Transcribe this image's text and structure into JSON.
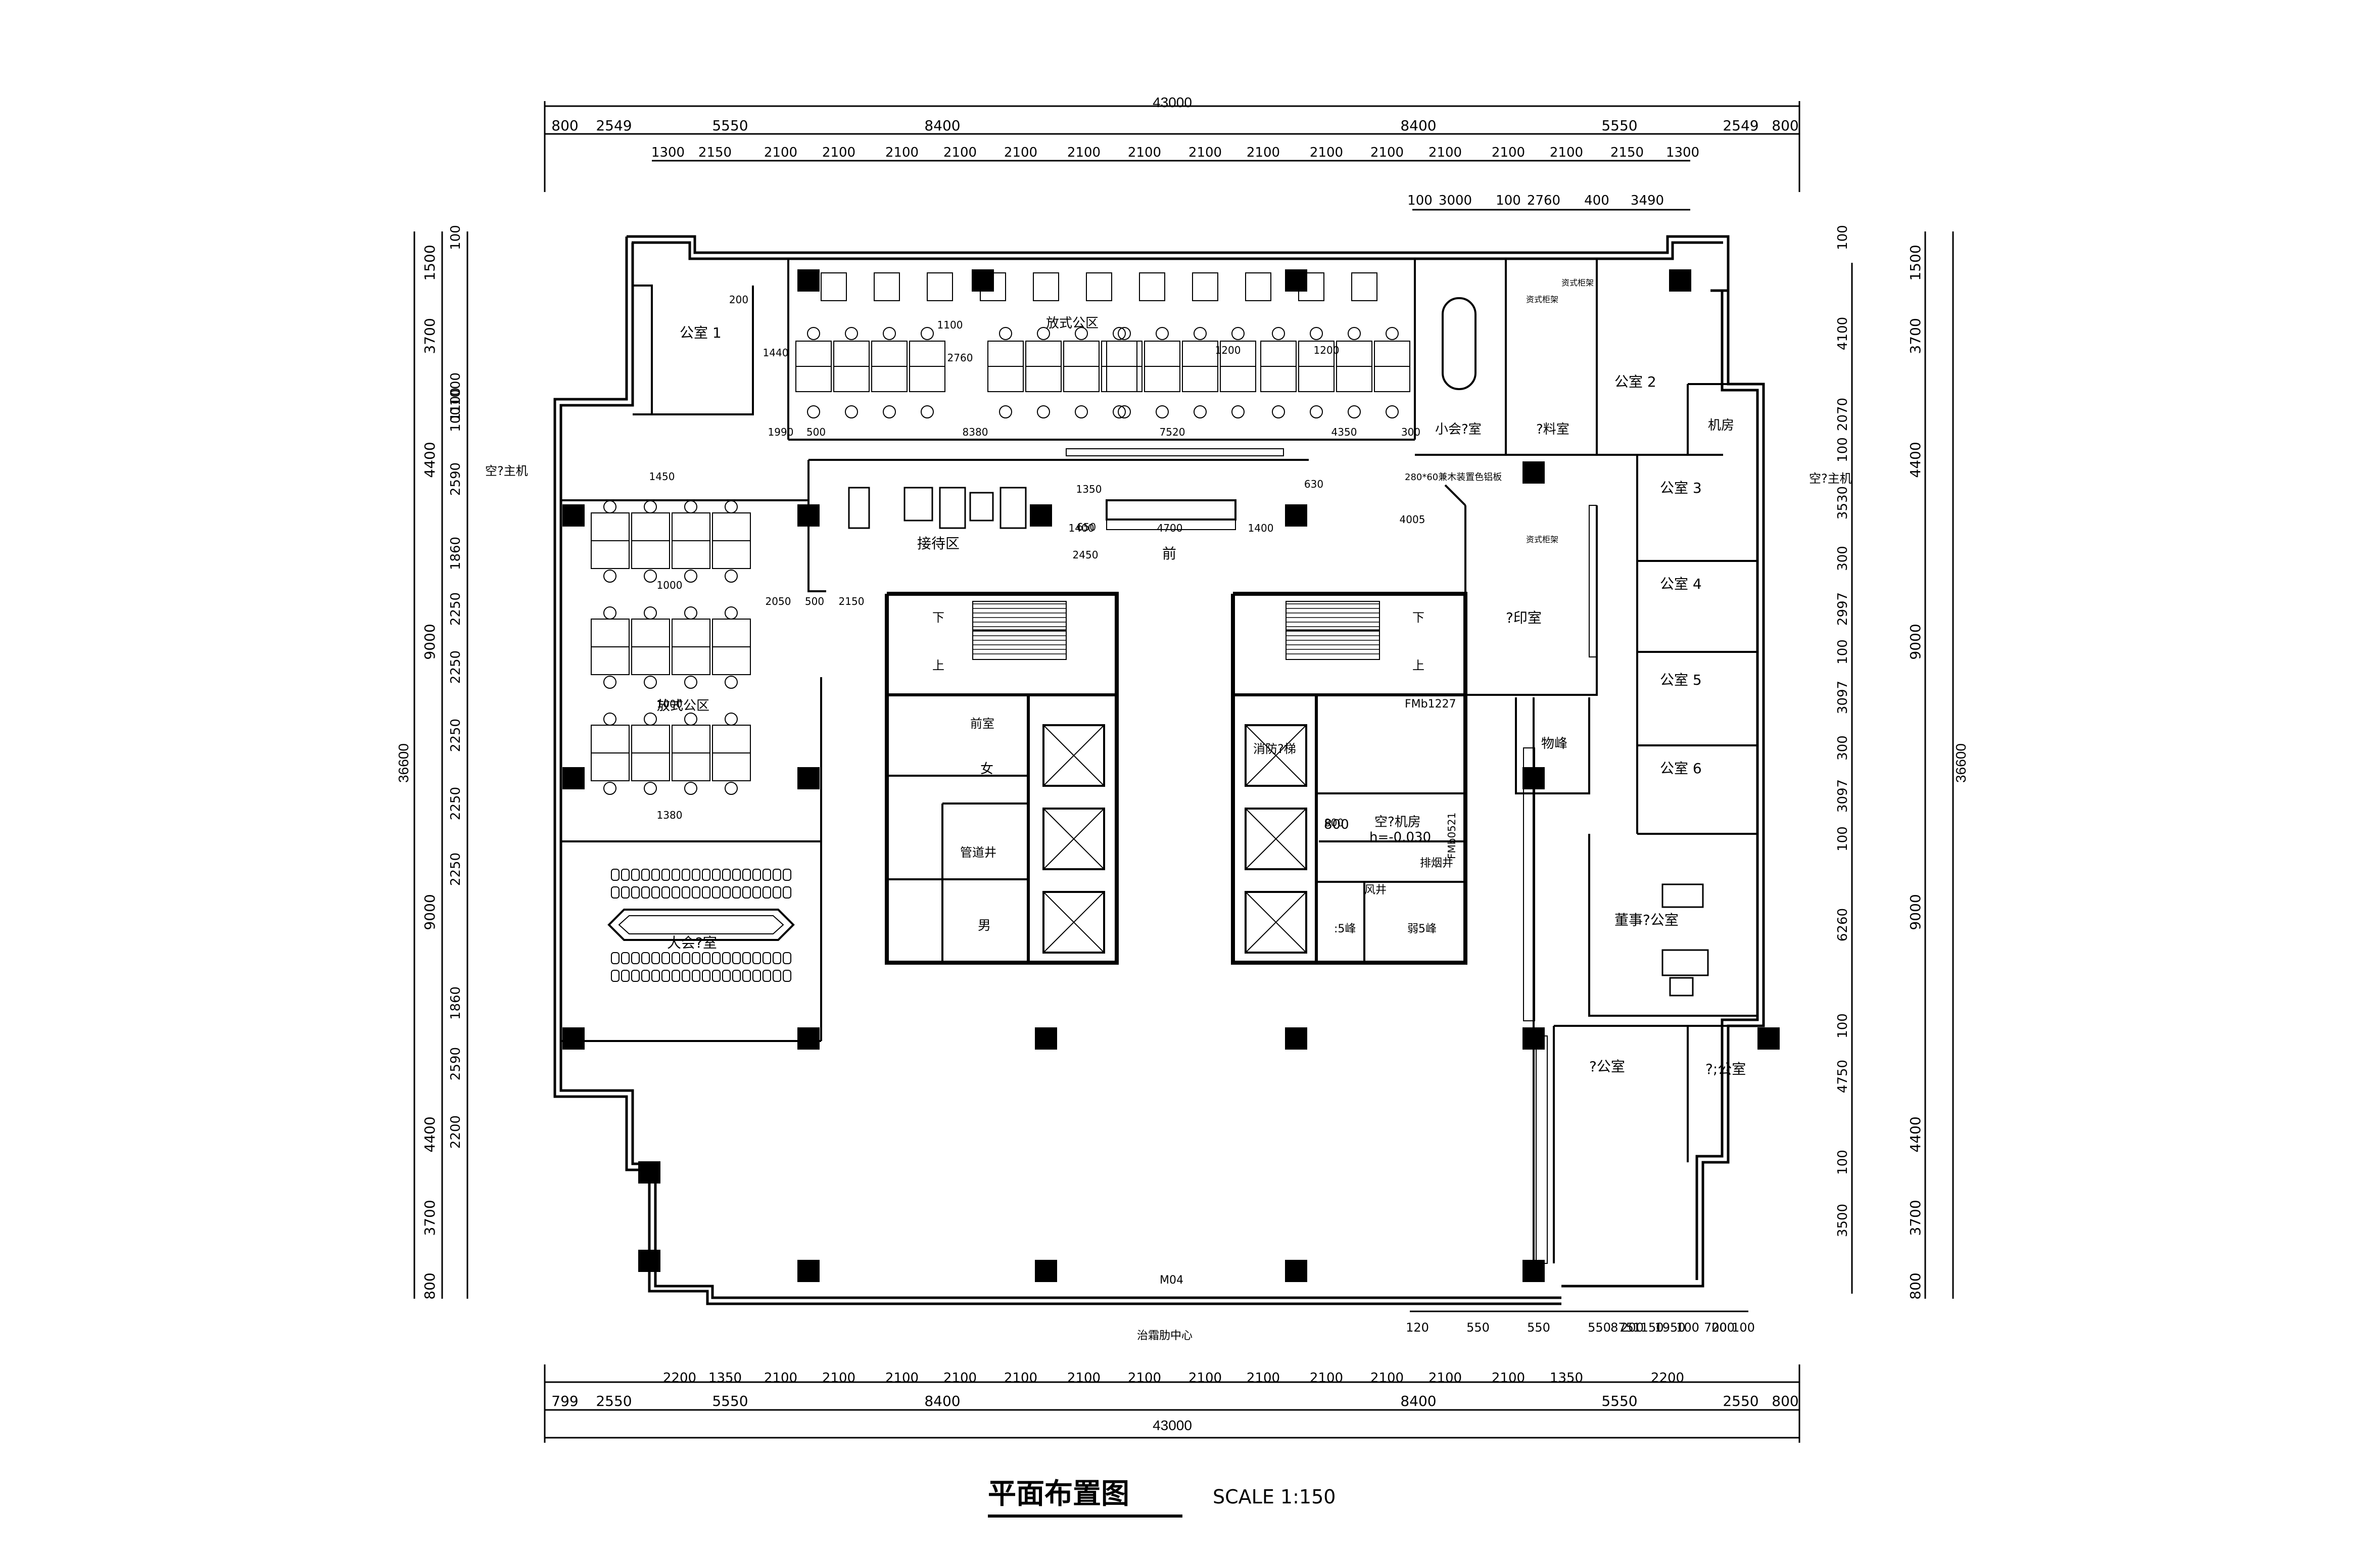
{
  "drawing": {
    "title": "平面布置图",
    "scale": "SCALE   1:150"
  },
  "dims": {
    "top_total": "43000",
    "top_row1": [
      "800",
      "2549",
      "5550",
      "8400",
      "8400",
      "5550",
      "2549",
      "800"
    ],
    "top_row2": [
      "1300",
      "2150",
      "2100",
      "2100",
      "2100",
      "2100",
      "2100",
      "2100",
      "2100",
      "2100",
      "2100",
      "2100",
      "2100",
      "2100",
      "2100",
      "2100",
      "2150",
      "1300"
    ],
    "top_row3": [
      "100",
      "3000",
      "100",
      "2760",
      "400",
      "3490"
    ],
    "bottom_total": "43000",
    "bottom_row1": [
      "799",
      "2550",
      "5550",
      "8400",
      "8400",
      "5550",
      "2550",
      "800"
    ],
    "bottom_row2": [
      "2200",
      "1350",
      "2100",
      "2100",
      "2100",
      "2100",
      "2100",
      "2100",
      "2100",
      "2100",
      "2100",
      "2100",
      "2100",
      "2100",
      "2100",
      "1350",
      "2200"
    ],
    "bottom_extra": [
      "120",
      "550",
      "550",
      "550",
      "875",
      "1150",
      "1950",
      "100",
      "700",
      "200",
      "200",
      "100"
    ],
    "left_total": "36600",
    "left_row1": [
      "1500",
      "3700",
      "4400",
      "9000",
      "9000",
      "4400",
      "3700",
      "800"
    ],
    "left_row2": [
      "100",
      "1100",
      "1000",
      "100",
      "2590",
      "1860",
      "2250",
      "2250",
      "2250",
      "2250",
      "2250",
      "1860",
      "2590",
      "2200"
    ],
    "right_total": "36600",
    "right_row1": [
      "1500",
      "3700",
      "4400",
      "9000",
      "9000",
      "4400",
      "3700",
      "800"
    ],
    "right_row2": [
      "100",
      "4100",
      "2070",
      "100",
      "3530",
      "300",
      "2997",
      "100",
      "3097",
      "300",
      "3097",
      "100",
      "6260",
      "100",
      "4750",
      "100",
      "3500"
    ],
    "inner": [
      "1440",
      "1200",
      "1200",
      "2760",
      "1100",
      "200",
      "1990",
      "500",
      "8380",
      "7520",
      "4350",
      "300",
      "1450",
      "2050",
      "500",
      "2150",
      "1000",
      "1000",
      "1380",
      "1400",
      "4700",
      "1400",
      "2450",
      "650",
      "1350",
      "630",
      "4005",
      "800"
    ]
  },
  "rooms": {
    "office1": "公室 1",
    "office2": "公室 2",
    "office3": "公室 3",
    "office4": "公室 4",
    "office5": "公室 5",
    "office6": "公室 6",
    "open_office_top": "放式公区",
    "open_office_left": "放式公区",
    "small_meeting": "小会?室",
    "data_room": "?料室",
    "machine_room": "机房",
    "ac_left": "空?主机",
    "ac_right": "空?主机",
    "reception_area": "接待区",
    "front": "前",
    "print_room": "?印室",
    "storage": "物峰",
    "big_meeting": "大会?室",
    "chairman": "董事?公室",
    "office_a": "?公室",
    "office_b": "?;公室",
    "front_room": "前室",
    "female": "女",
    "male": "男",
    "pipe_shaft": "管道井",
    "fire_elevator": "消防?梯",
    "ac_machine_room": "空?机房",
    "ac_level": "h=-0.030",
    "smoke_shaft": "排烟井",
    "wind_shaft": "风井",
    "elec5": ":5峰",
    "weak5": "弱5峰",
    "down_left": "下",
    "up_left": "上",
    "down_right": "下",
    "up_right": "上",
    "door_fm": "FMb1227",
    "door_m": "M04",
    "bottom_label": "治霜肋中心",
    "glass_note": "280*60兼木装置色铝板",
    "cabinet1": "资式柜架",
    "cabinet2": "资式柜架",
    "cabinet3": "资式柜架",
    "shaft_label": "FMb0521",
    "step_800": "800"
  }
}
